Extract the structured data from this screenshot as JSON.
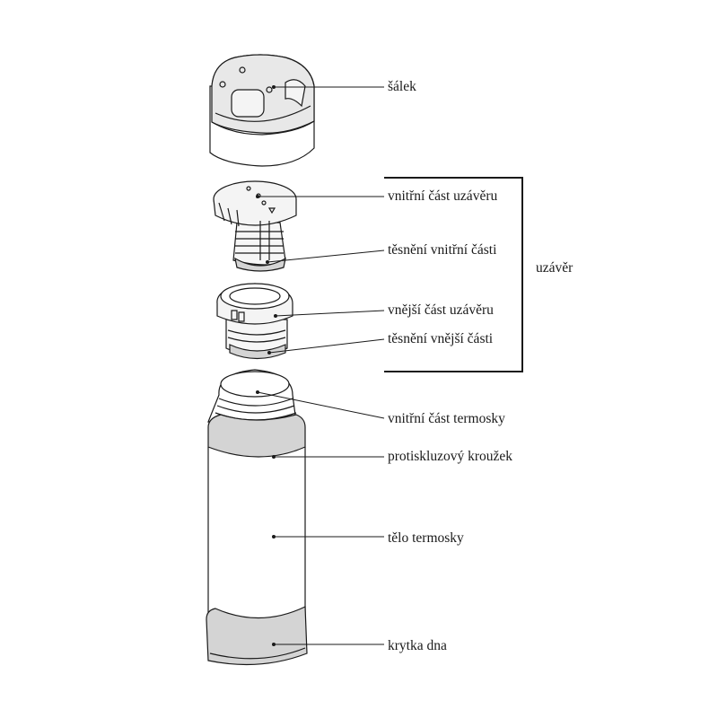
{
  "labels": {
    "cup": "šálek",
    "inner_cap": "vnitřní část uzávěru",
    "inner_seal": "těsnění vnitřní části",
    "outer_cap": "vnější část uzávěru",
    "outer_seal": "těsnění vnější části",
    "cap_group": "uzávěr",
    "inner_flask": "vnitřní část termosky",
    "grip_ring": "protiskluzový kroužek",
    "body": "tělo termosky",
    "bottom_cover": "krytka dna"
  },
  "colors": {
    "line": "#1a1a1a",
    "part_gray": "#d4d4d4",
    "light_gray": "#ececec"
  }
}
